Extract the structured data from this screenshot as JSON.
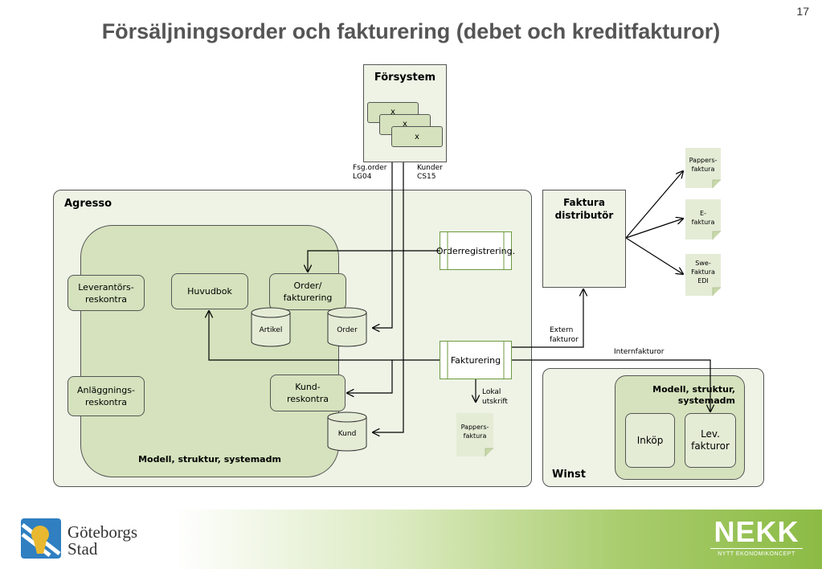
{
  "page": {
    "title": "Försäljningsorder och fakturering (debet och kreditfakturor)",
    "number": "17"
  },
  "forsystem": {
    "title": "Försystem",
    "stack": [
      "x",
      "x",
      "x"
    ]
  },
  "forsystem_outputs": {
    "left": "Fsg.order\nLG04",
    "right": "Kunder\nCS15"
  },
  "agresso": {
    "title": "Agresso",
    "inner_title": "Modell, struktur, systemadm"
  },
  "modules": {
    "leverantors": "Leverantörs-\nreskontra",
    "huvudbok": "Huvudbok",
    "order": "Order/\nfakturering",
    "anlaggnings": "Anläggnings-\nreskontra",
    "kund": "Kund-\nreskontra"
  },
  "databases": {
    "artikel": "Artikel",
    "order": "Order",
    "kund": "Kund"
  },
  "processes": {
    "orderregistrering": "Orderregistrering.",
    "fakturering": "Fakturering"
  },
  "faktura_distributor": "Faktura\ndistributör",
  "outputs": {
    "pappers": "Pappers-\nfaktura",
    "e": "E-\nfaktura",
    "swe": "Swe-\nFaktura\nEDI"
  },
  "lokal": {
    "label": "Lokal\nutskrift",
    "doc": "Pappers-\nfaktura"
  },
  "edge_labels": {
    "extern": "Extern\nfakturor",
    "intern": "Internfakturor"
  },
  "winst": {
    "title": "Winst",
    "inner_title": "Modell, struktur,\nsystemadm",
    "inkop": "Inköp",
    "lev": "Lev.\nfakturor"
  },
  "footer": {
    "city_logo": "Göteborgs\nStad",
    "nekk": "NEKK",
    "nekk_sub": "NYTT EKONOMIKONCEPT"
  },
  "colors": {
    "panel": "#eef3e6",
    "module": "#d5e2bd",
    "doc": "#e4ecd6",
    "title": "#555555",
    "nekk_green": "#8cbb45"
  }
}
